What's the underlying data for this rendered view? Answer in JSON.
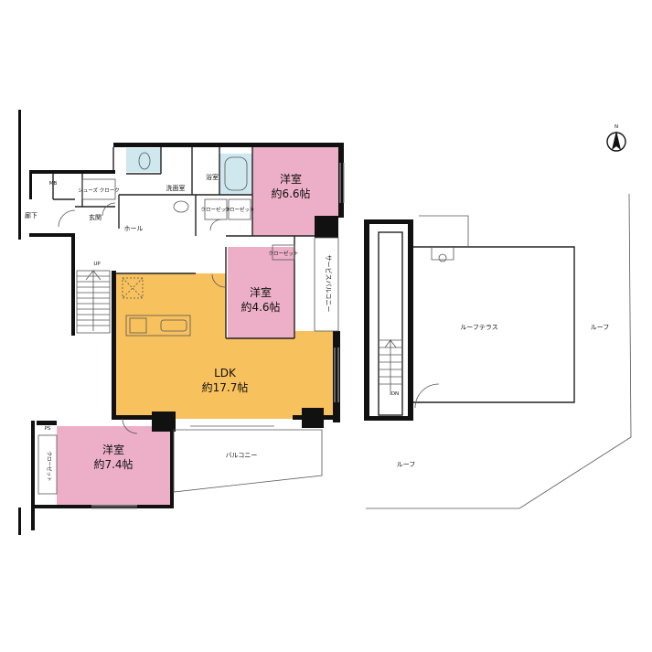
{
  "colors": {
    "ldk": "#F7C15E",
    "bedroom": "#EDAFC8",
    "bath": "#CFE7EE",
    "wall": "#111111",
    "window": "#9A9A9A"
  },
  "rooms": {
    "bedroom_1": {
      "name": "洋室",
      "size": "約6.6帖"
    },
    "bedroom_2": {
      "name": "洋室",
      "size": "約4.6帖"
    },
    "ldk": {
      "name": "LDK",
      "size": "約17.7帖"
    },
    "bedroom_3": {
      "name": "洋室",
      "size": "約7.4帖"
    },
    "bath": "浴室",
    "washroom": "洗面室",
    "entrance": "玄関",
    "hall": "ホール",
    "corridor": "廊下",
    "mb": "MB",
    "ps": "PS",
    "shoe_closet": "シューズ\nクローク",
    "closet": "クローゼット",
    "balcony": "バルコニー",
    "service_balcony": "サービスバルコニー",
    "roof_terrace": "ルーフテラス",
    "roof": "ルーフ"
  },
  "stairs": {
    "up": "UP",
    "down": "DN"
  },
  "compass": {
    "north": "N"
  }
}
